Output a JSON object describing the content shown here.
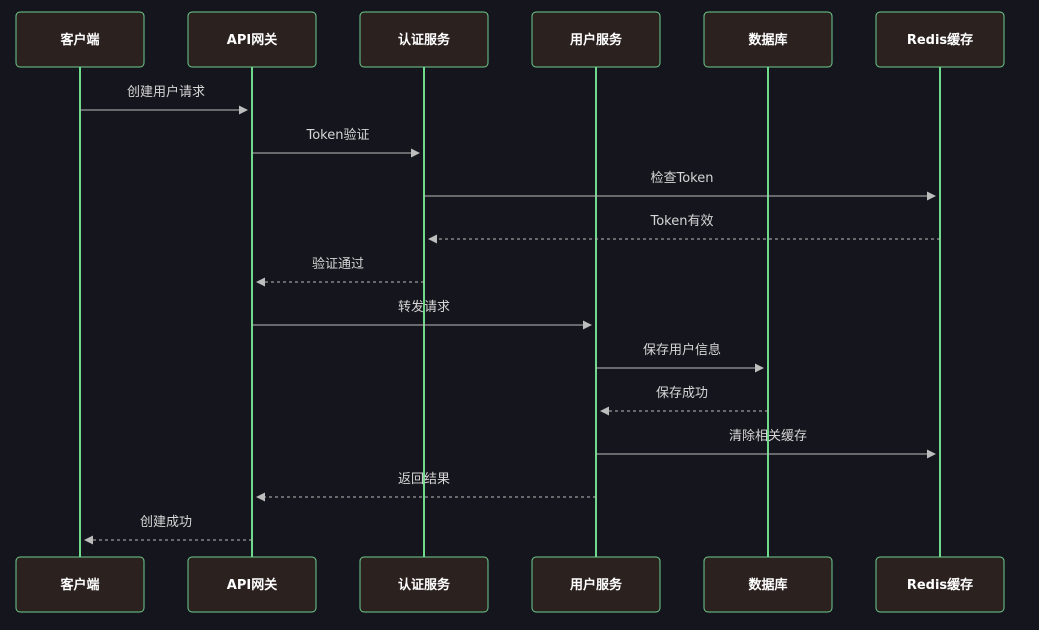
{
  "diagram": {
    "actors": [
      {
        "id": "client",
        "label": "客户端"
      },
      {
        "id": "gateway",
        "label": "API网关"
      },
      {
        "id": "auth",
        "label": "认证服务"
      },
      {
        "id": "user",
        "label": "用户服务"
      },
      {
        "id": "db",
        "label": "数据库"
      },
      {
        "id": "redis",
        "label": "Redis缓存"
      }
    ],
    "messages": [
      {
        "from": "client",
        "to": "gateway",
        "label": "创建用户请求",
        "style": "solid"
      },
      {
        "from": "gateway",
        "to": "auth",
        "label": "Token验证",
        "style": "solid"
      },
      {
        "from": "auth",
        "to": "redis",
        "label": "检查Token",
        "style": "solid"
      },
      {
        "from": "redis",
        "to": "auth",
        "label": "Token有效",
        "style": "dashed"
      },
      {
        "from": "auth",
        "to": "gateway",
        "label": "验证通过",
        "style": "dashed"
      },
      {
        "from": "gateway",
        "to": "user",
        "label": "转发请求",
        "style": "solid"
      },
      {
        "from": "user",
        "to": "db",
        "label": "保存用户信息",
        "style": "solid"
      },
      {
        "from": "db",
        "to": "user",
        "label": "保存成功",
        "style": "dashed"
      },
      {
        "from": "user",
        "to": "redis",
        "label": "清除相关缓存",
        "style": "solid"
      },
      {
        "from": "user",
        "to": "gateway",
        "label": "返回结果",
        "style": "dashed"
      },
      {
        "from": "gateway",
        "to": "client",
        "label": "创建成功",
        "style": "dashed"
      }
    ],
    "colors": {
      "background": "#15151d",
      "actor_fill": "#2b211f",
      "actor_border": "#6fcf8f",
      "lifeline": "#6fd98c",
      "message": "#bdbdbd",
      "label": "#d6d6d6"
    }
  }
}
